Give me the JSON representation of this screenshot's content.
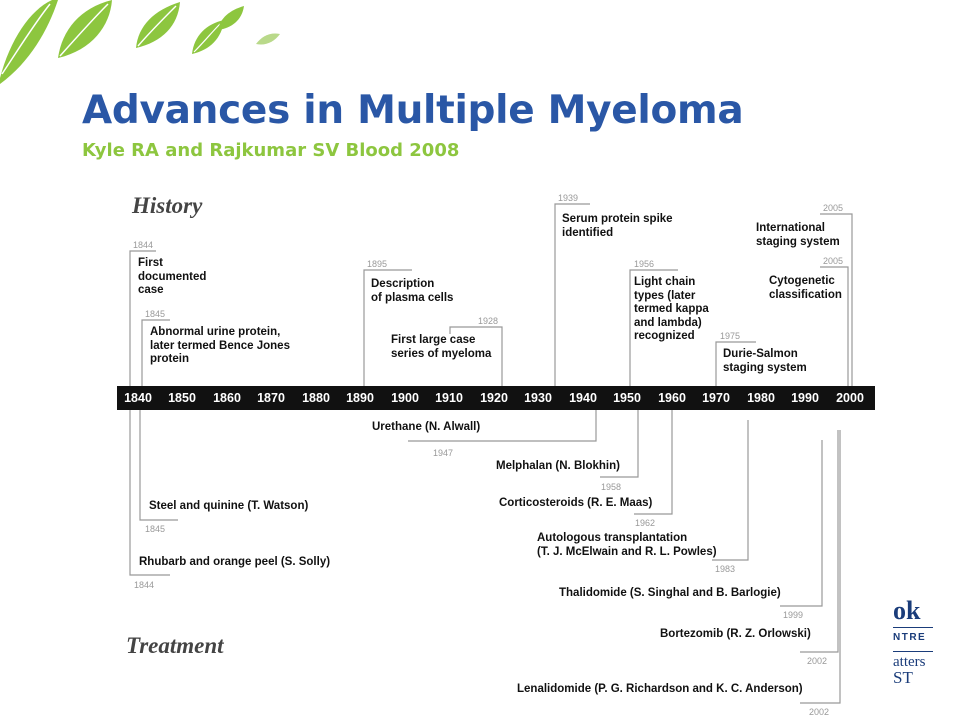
{
  "slide": {
    "title": "Advances in Multiple Myeloma",
    "subtitle": "Kyle RA and Rajkumar SV Blood 2008"
  },
  "colors": {
    "title": "#2a57a6",
    "subtitle": "#8dc63f",
    "leaf_green": "#8dc63f",
    "timeline_bar": "#111111"
  },
  "decoration": [
    "leaf-icon",
    "leaf-icon",
    "leaf-icon",
    "leaf-icon",
    "leaf-icon"
  ],
  "figure": {
    "history_heading": "History",
    "treatment_heading": "Treatment",
    "timeline_years": [
      "1840",
      "1850",
      "1860",
      "1870",
      "1880",
      "1890",
      "1900",
      "1910",
      "1920",
      "1930",
      "1940",
      "1950",
      "1960",
      "1970",
      "1980",
      "1990",
      "2000"
    ],
    "history_events": [
      {
        "year": "1844",
        "lines": [
          "First",
          "documented",
          "case"
        ]
      },
      {
        "year": "1845",
        "lines": [
          "Abnormal urine protein,",
          "later termed Bence Jones",
          "protein"
        ]
      },
      {
        "year": "1895",
        "lines": [
          "Description",
          "of plasma cells"
        ]
      },
      {
        "year": "1928",
        "lines": [
          "First large case",
          "series of myeloma"
        ]
      },
      {
        "year": "1939",
        "lines": [
          "Serum protein spike",
          "identified"
        ]
      },
      {
        "year": "1956",
        "lines": [
          "Light chain",
          "types (later",
          "termed kappa",
          "and lambda)",
          "recognized"
        ]
      },
      {
        "year": "1975",
        "lines": [
          "Durie-Salmon",
          "staging system"
        ]
      },
      {
        "year": "2005",
        "lines": [
          "International",
          "staging system"
        ]
      },
      {
        "year": "2005",
        "lines": [
          "Cytogenetic",
          "classification"
        ]
      }
    ],
    "treatment_events": [
      {
        "year": "1947",
        "lines": [
          "Urethane (N. Alwall)"
        ]
      },
      {
        "year": "1958",
        "lines": [
          "Melphalan (N. Blokhin)"
        ]
      },
      {
        "year": "1962",
        "lines": [
          "Corticosteroids (R. E. Maas)"
        ]
      },
      {
        "year": "1845",
        "lines": [
          "Steel and quinine (T. Watson)"
        ]
      },
      {
        "year": "1983",
        "lines": [
          "Autologous transplantation",
          "(T. J. McElwain and R. L. Powles)"
        ]
      },
      {
        "year": "1844",
        "lines": [
          "Rhubarb and orange peel (S. Solly)"
        ]
      },
      {
        "year": "1999",
        "lines": [
          "Thalidomide (S. Singhal and B. Barlogie)"
        ]
      },
      {
        "year": "2002",
        "lines": [
          "Bortezomib (R. Z. Orlowski)"
        ]
      },
      {
        "year": "2002",
        "lines": [
          "Lenalidomide (P. G. Richardson and K. C. Anderson)"
        ]
      }
    ]
  },
  "logo": {
    "line1": "ok",
    "line2": "NTRE",
    "line3": "atters",
    "line4": "ST"
  }
}
